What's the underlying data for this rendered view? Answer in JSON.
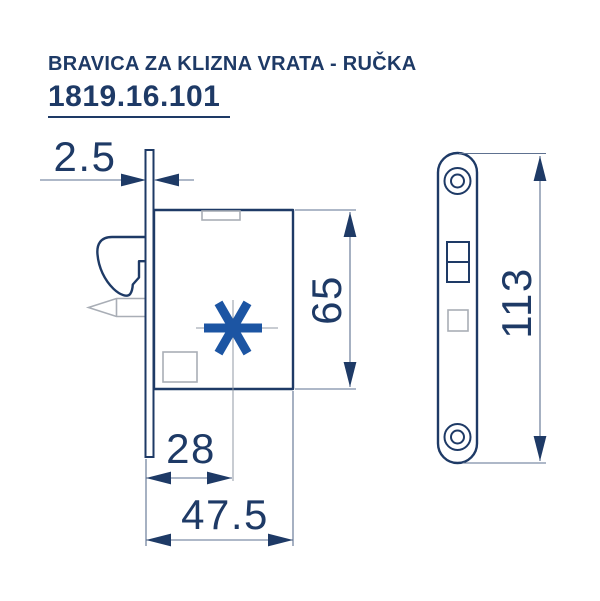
{
  "header": {
    "title": "BRAVICA ZA KLIZNA VRATA - RUČKA",
    "code": "1819.16.101"
  },
  "dimensions": {
    "faceplate_thickness": "2.5",
    "body_height": "65",
    "backset": "28",
    "body_depth": "47.5",
    "faceplate_length": "113"
  },
  "colors": {
    "navy": "#1e3a66",
    "accent": "#1c55a3",
    "gray": "#a9aeb6",
    "crosshair": "#9099a4",
    "dimline": "#5e7190",
    "background": "#ffffff"
  },
  "symbols": {
    "center_asterisk": "✳"
  }
}
